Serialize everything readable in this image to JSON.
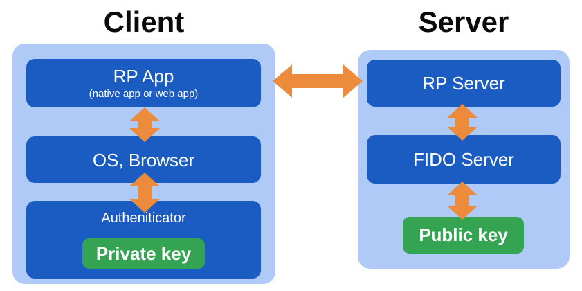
{
  "client": {
    "title": "Client",
    "rp_app_title": "RP App",
    "rp_app_subtitle": "(native app or web app)",
    "os_browser_label": "OS, Browser",
    "authenticator_label": "Autheniticator",
    "private_key_label": "Private key"
  },
  "server": {
    "title": "Server",
    "rp_server_label": "RP Server",
    "fido_server_label": "FIDO Server",
    "public_key_label": "Public key"
  },
  "colors": {
    "panel": "#AFCAF7",
    "box": "#1A5CC2",
    "key": "#34A453",
    "arrow": "#ED8B3C",
    "title": "#0A0A0A",
    "box_text": "#FFFFFF"
  }
}
